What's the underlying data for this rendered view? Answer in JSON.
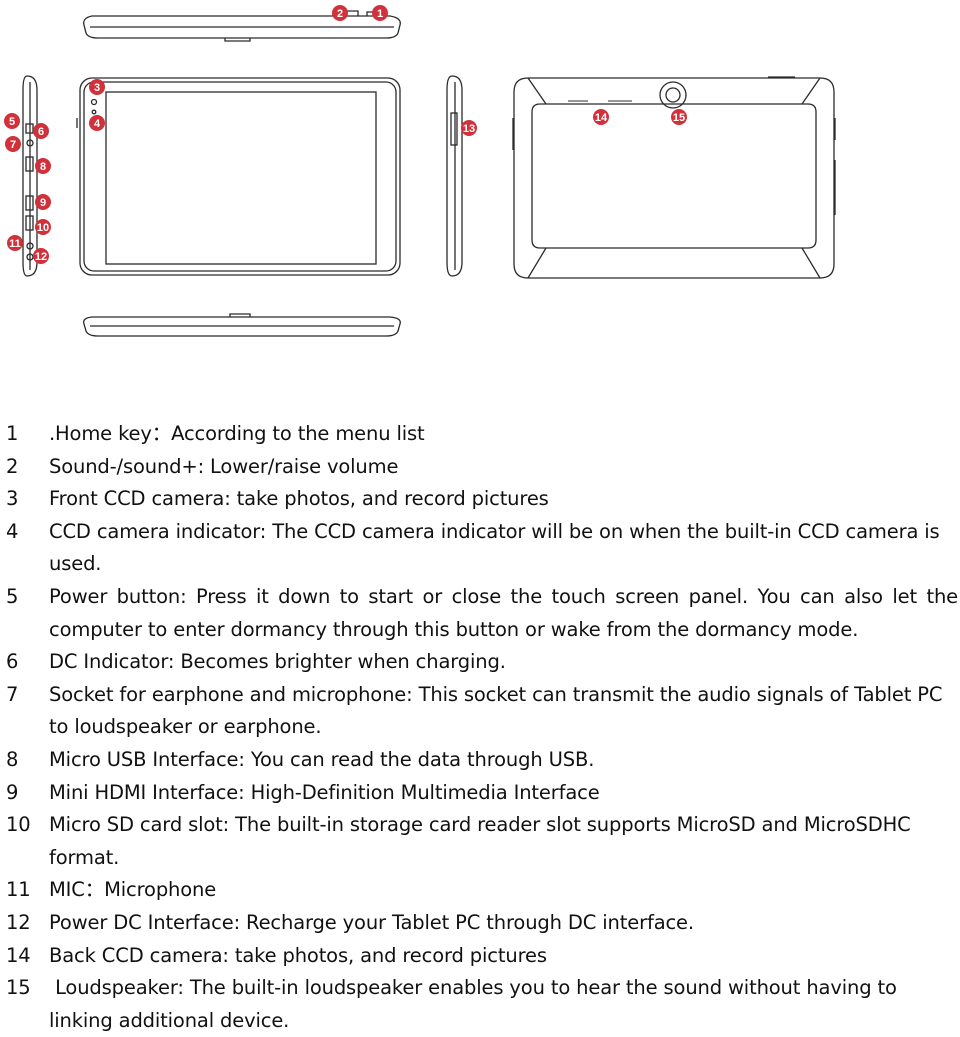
{
  "callouts": {
    "c1": "1",
    "c2": "2",
    "c3": "3",
    "c4": "4",
    "c5": "5",
    "c6": "6",
    "c7": "7",
    "c8": "8",
    "c9": "9",
    "c10": "10",
    "c11": "11",
    "c12": "12",
    "c13": "13",
    "c14": "14",
    "c15": "15"
  },
  "colors": {
    "callout": "#d0313a",
    "line": "#2b2b2b",
    "text": "#111111"
  },
  "items": [
    {
      "num": "1",
      "text": ".Home key：According to the menu list"
    },
    {
      "num": "2",
      "text": "Sound-/sound+: Lower/raise volume"
    },
    {
      "num": "3",
      "text": "Front CCD camera: take photos, and record pictures"
    },
    {
      "num": "4",
      "text": "CCD camera indicator: The CCD camera indicator will be on when the built-in CCD camera is used."
    },
    {
      "num": "5",
      "text": "Power button: Press it down to start or close the touch screen panel. You can also let the computer to enter dormancy through this button or wake from the dormancy mode."
    },
    {
      "num": "6",
      "text": "DC Indicator: Becomes brighter when charging."
    },
    {
      "num": "7",
      "text": "Socket for earphone and microphone: This socket can transmit the audio signals of Tablet PC to loudspeaker or earphone."
    },
    {
      "num": "8",
      "text": "Micro USB Interface: You can read the data through USB."
    },
    {
      "num": "9",
      "text": "Mini HDMI Interface: High-Definition Multimedia Interface"
    },
    {
      "num": "10",
      "text": "Micro SD card slot: The built-in storage card reader slot supports MicroSD and MicroSDHC format."
    },
    {
      "num": "11",
      "text": "MIC：Microphone"
    },
    {
      "num": "12",
      "text": "Power DC Interface: Recharge your Tablet PC through DC interface."
    },
    {
      "num": "14",
      "text": "Back CCD camera: take photos, and record pictures"
    },
    {
      "num": "15",
      "text": " Loudspeaker: The built-in loudspeaker enables you to hear the sound without having to linking additional device."
    }
  ]
}
